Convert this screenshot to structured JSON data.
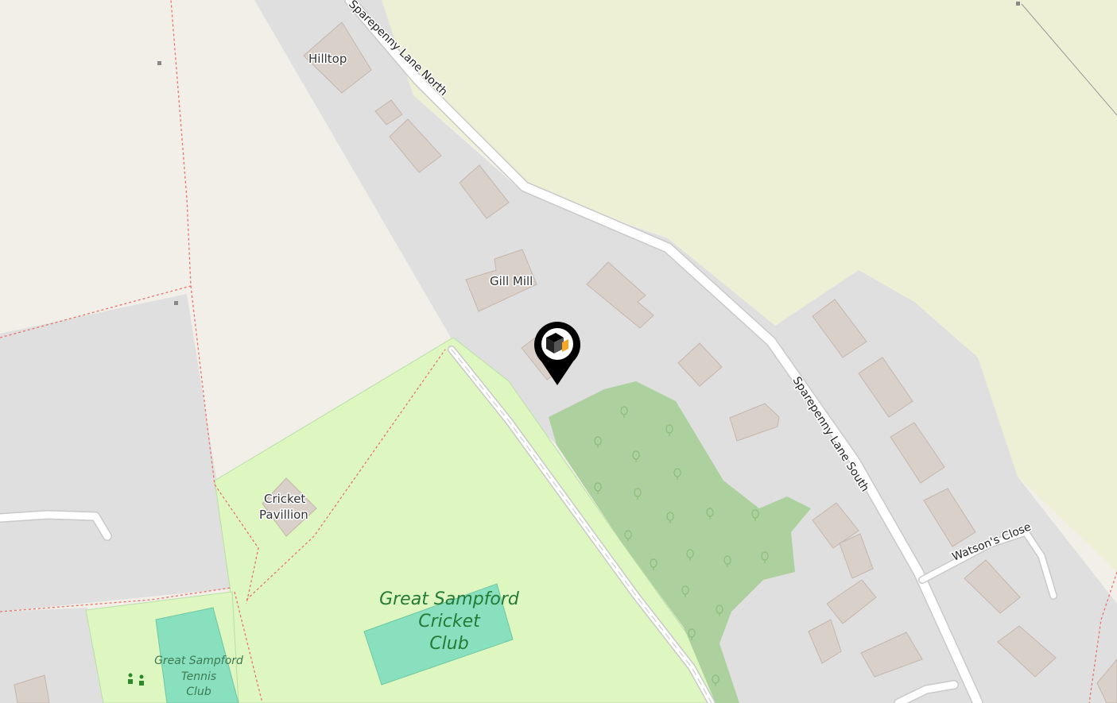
{
  "map": {
    "labels": {
      "hilltop": "Hilltop",
      "gill_mill": "Gill Mill",
      "cricket_pavillion_line1": "Cricket",
      "cricket_pavillion_line2": "Pavillion",
      "cricket_club_line1": "Great Sampford",
      "cricket_club_line2": "Cricket",
      "cricket_club_line3": "Club",
      "tennis_club_line1": "Great Sampford",
      "tennis_club_line2": "Tennis",
      "tennis_club_line3": "Club"
    },
    "roads": {
      "sparepenny_north": "Sparepenny Lane North",
      "sparepenny_south": "Sparepenny Lane South",
      "watsons_close": "Watson's Close"
    },
    "marker": {
      "icon": "location-pin-icon"
    },
    "colors": {
      "residential": "#dfdfdf",
      "farmland": "#eef0d5",
      "field": "#f2efe9",
      "park": "#def6c0",
      "pitch": "#88e0be",
      "wood": "#add19e",
      "building": "#d9d0c9",
      "boundary": "#e8736b"
    }
  }
}
